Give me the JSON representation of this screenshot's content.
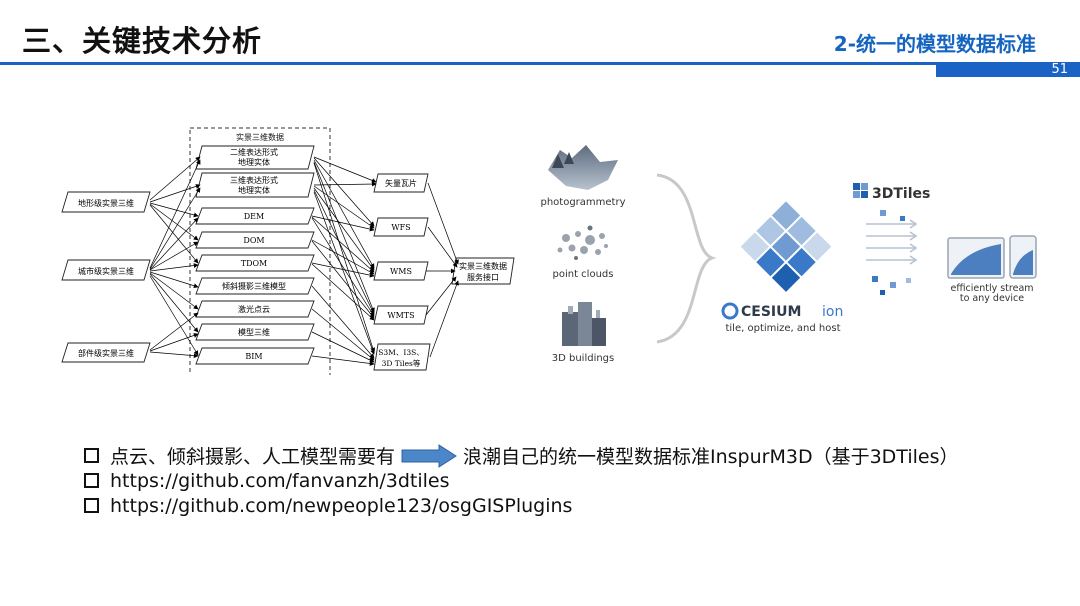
{
  "header": {
    "title": "三、关键技术分析",
    "subtitle": "2-统一的模型数据标准",
    "page_number": "51"
  },
  "left_diagram": {
    "container_label": "实景三维数据",
    "sources": [
      "地形级实景三维",
      "城市级实景三维",
      "部件级实景三维"
    ],
    "data_items": [
      "二维表达形式",
      "地理实体",
      "三维表达形式",
      "地理实体",
      "DEM",
      "DOM",
      "TDOM",
      "倾斜摄影三维模型",
      "激光点云",
      "模型三维",
      "BIM"
    ],
    "services": [
      "矢量瓦片",
      "WFS",
      "WMS",
      "WMTS",
      "S3M、I3S、",
      "3D Tiles等"
    ],
    "output": [
      "实景三维数据",
      "服务接口"
    ]
  },
  "right_diagram": {
    "inputs": [
      "photogrammetry",
      "point clouds",
      "3D buildings"
    ],
    "brand": "CESIUM",
    "brand_suffix": "ion",
    "brand_caption": "tile, optimize, and host",
    "tiles_logo": "3DTiles",
    "stream_caption": [
      "efficiently stream",
      "to any device"
    ]
  },
  "bullets": {
    "line1_left": "点云、倾斜摄影、人工模型需要有",
    "line1_right": "浪潮自己的统一模型数据标准InspurM3D（基于3DTiles）",
    "line2": "https://github.com/fanvanzh/3dtiles",
    "line3": "https://github.com/newpeople123/osgGISPlugins"
  },
  "colors": {
    "accent": "#1a63c5",
    "arrow": "#4a86c8",
    "cesium_blue": "#3a78c8",
    "gray_blue": "#8ea9c8"
  }
}
